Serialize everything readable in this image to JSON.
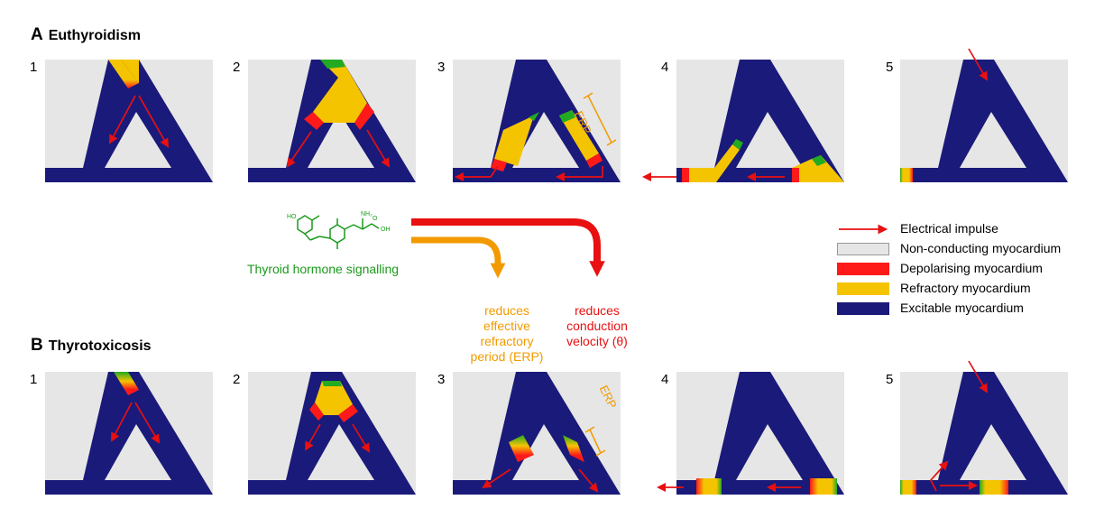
{
  "panels": {
    "a": {
      "letter": "A",
      "title": "Euthyroidism"
    },
    "b": {
      "letter": "B",
      "title": "Thyrotoxicosis"
    }
  },
  "frame_numbers": [
    "1",
    "2",
    "3",
    "4",
    "5"
  ],
  "erp_label": "ERP",
  "center": {
    "hormone_label": "Thyroid hormone signalling",
    "orange_effect": [
      "reduces",
      "effective refractory",
      "period (ERP)"
    ],
    "red_effect": [
      "reduces",
      "conduction",
      "velocity (θ)"
    ]
  },
  "legend": [
    {
      "label": "Electrical impulse",
      "kind": "arrow"
    },
    {
      "label": "Non-conducting myocardium",
      "kind": "box",
      "color": "#e6e6e6"
    },
    {
      "label": "Depolarising myocardium",
      "kind": "box",
      "color": "#ff1a1a"
    },
    {
      "label": "Refractory myocardium",
      "kind": "box",
      "color": "#f5c400"
    },
    {
      "label": "Excitable myocardium",
      "kind": "box",
      "color": "#1a1a7a"
    }
  ],
  "colors": {
    "excitable": "#1a1a7a",
    "non_conducting": "#e6e6e6",
    "depolarising": "#ff1a1a",
    "refractory": "#f5c400",
    "recovering": "#22aa22",
    "impulse": "#e81010",
    "erp_accent": "#f29a00",
    "hormone": "#1a9a1a"
  }
}
